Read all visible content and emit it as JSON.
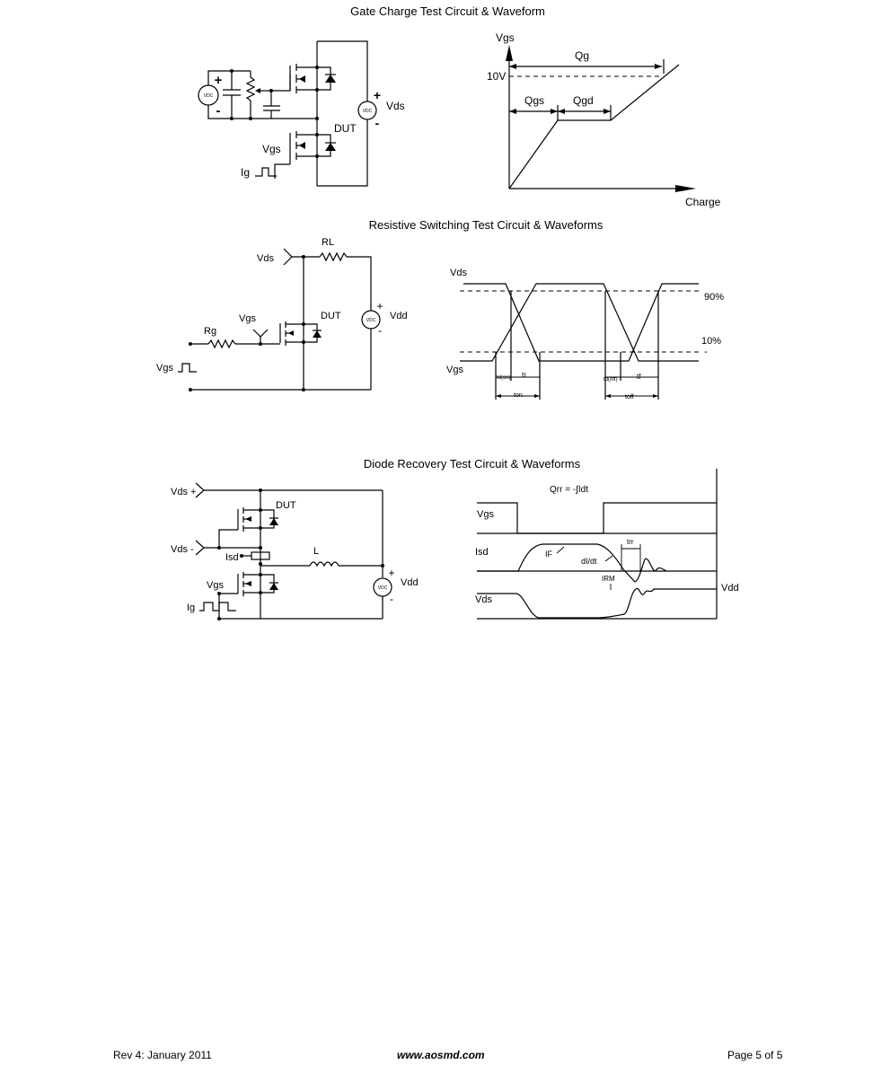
{
  "gate_charge": {
    "title": "Gate Charge Test Circuit & Waveform",
    "circuit": {
      "vdc_left": "VDC",
      "vdc_right": "VDC",
      "plus": "+",
      "minus": "-",
      "vds": "Vds",
      "dut": "DUT",
      "vgs": "Vgs",
      "ig": "Ig"
    },
    "waveform": {
      "vgs_axis": "Vgs",
      "v10": "10V",
      "qg": "Qg",
      "qgs": "Qgs",
      "qgd": "Qgd",
      "charge": "Charge"
    }
  },
  "resistive": {
    "title": "Resistive Switching Test Circuit & Waveforms",
    "circuit": {
      "vds": "Vds",
      "rl": "RL",
      "dut": "DUT",
      "vgs": "Vgs",
      "rg": "Rg",
      "vgs_in": "Vgs",
      "vdc": "VDC",
      "plus": "+",
      "minus": "-",
      "vdd": "Vdd"
    },
    "waveform": {
      "vds": "Vds",
      "vgs": "Vgs",
      "p90": "90%",
      "p10": "10%",
      "dash": "-",
      "td_on": "td(on)",
      "tr": "tr",
      "ton": "ton",
      "td_off": "td(off)",
      "tf": "tf",
      "toff": "toff"
    }
  },
  "diode": {
    "title": "Diode Recovery Test Circuit & Waveforms",
    "circuit": {
      "vds_plus": "Vds +",
      "vds_minus": "Vds -",
      "dut": "DUT",
      "isd": "Isd",
      "l": "L",
      "vgs": "Vgs",
      "ig": "Ig",
      "vdc": "VDC",
      "plus": "+",
      "minus": "-",
      "vdd": "Vdd"
    },
    "waveform": {
      "formula": "Qrr = -∫Idt",
      "vgs": "Vgs",
      "isd": "Isd",
      "if": "IF",
      "didt": "dI/dt",
      "trr": "trr",
      "irm": "IRM",
      "vds": "Vds",
      "vdd": "Vdd"
    }
  },
  "footer": {
    "rev": "Rev 4: January 2011",
    "website": "www.aosmd.com",
    "page": "Page 5 of 5"
  }
}
